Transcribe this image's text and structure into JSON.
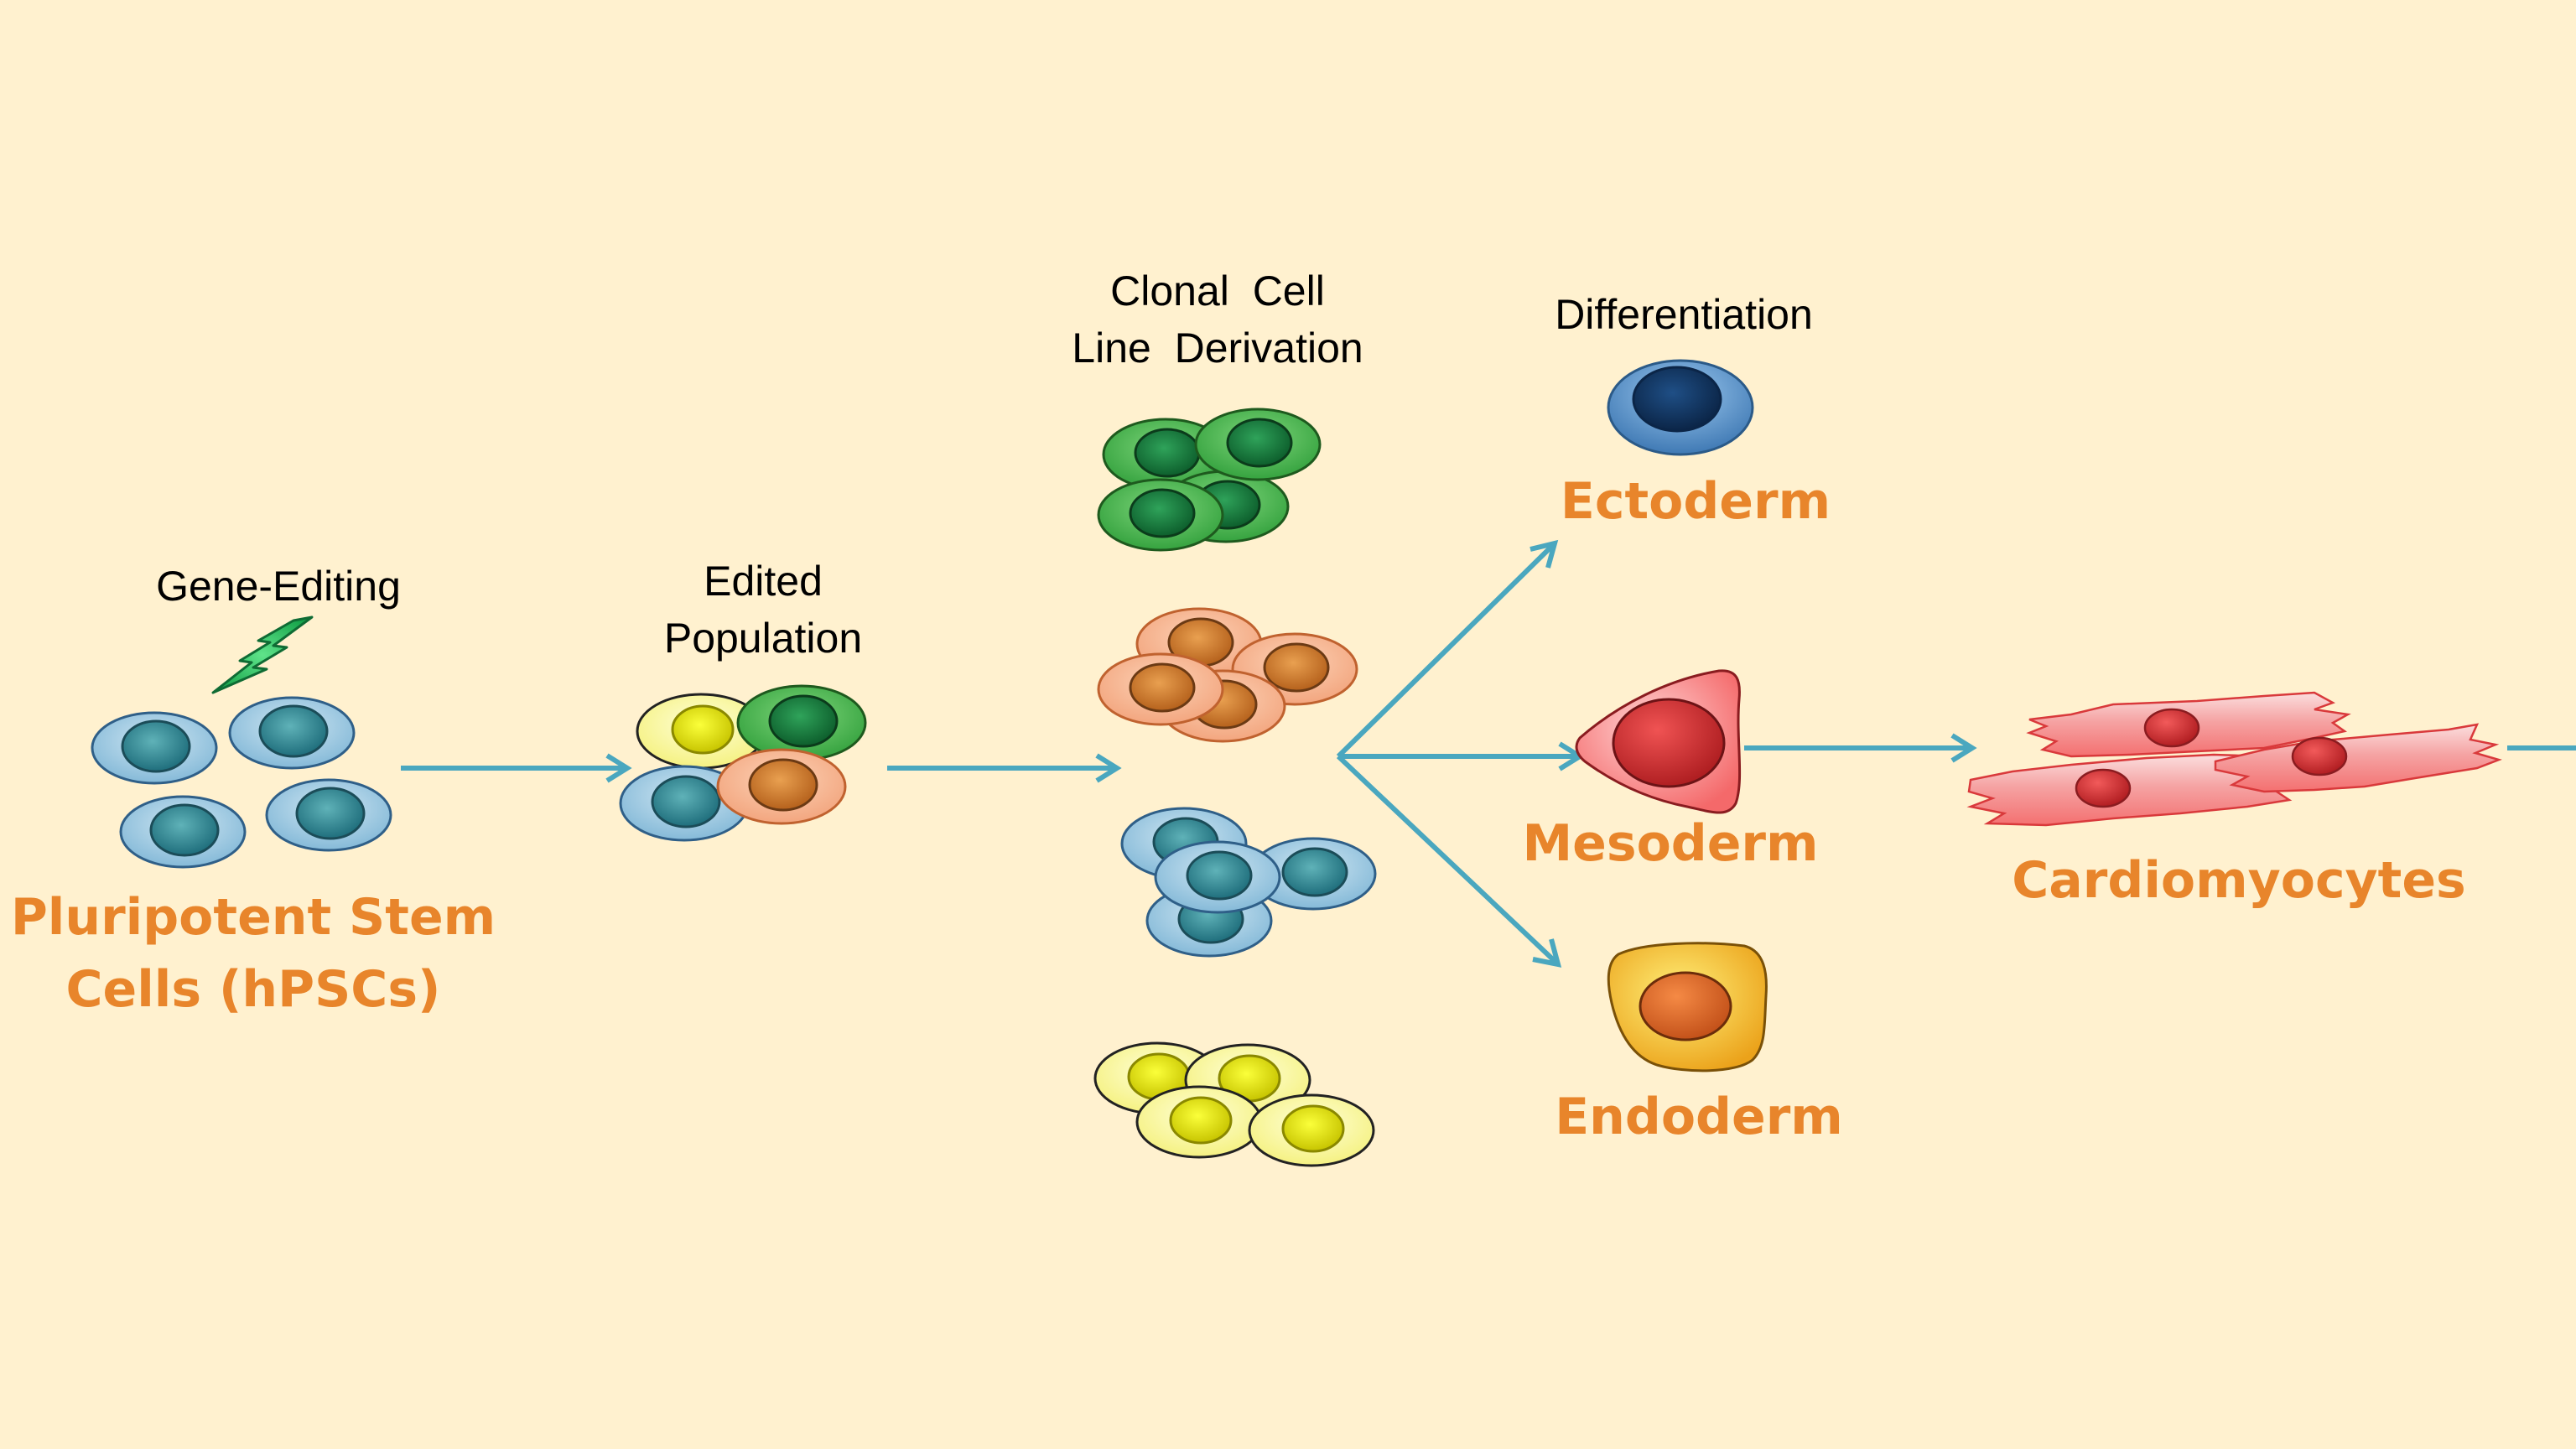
{
  "colors": {
    "background": "#fff1cf",
    "arrow": "#4aa7bf",
    "label_orange": "#e8852b",
    "label_black": "#000000"
  },
  "labels": {
    "gene_editing": "Gene-Editing",
    "edited_population": [
      "Edited",
      "Population"
    ],
    "clonal_derivation": [
      "Clonal  Cell",
      "Line  Derivation"
    ],
    "differentiation": "Differentiation",
    "hpscs": [
      "Pluripotent Stem",
      "Cells (hPSCs)"
    ],
    "ectoderm": "Ectoderm",
    "mesoderm": "Mesoderm",
    "endoderm": "Endoderm",
    "cardiomyocytes": "Cardiomyocytes"
  },
  "icons": {
    "gene_editing": "lightning-bolt-icon"
  }
}
